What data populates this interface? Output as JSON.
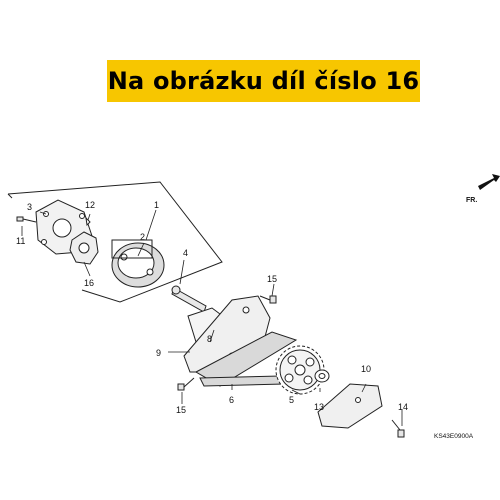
{
  "banner": {
    "text": "Na obrázku díl číslo 16",
    "color": "#f7c600"
  },
  "direction": {
    "label": "FR."
  },
  "diagram_code": "KS43E0900A",
  "callouts": {
    "c1": "1",
    "c2": "2",
    "c3": "3",
    "c4": "4",
    "c5": "5",
    "c6": "6",
    "c8": "8",
    "c9": "9",
    "c10": "10",
    "c11": "11",
    "c12": "12",
    "c13": "13",
    "c14": "14",
    "c15a": "15",
    "c15b": "15",
    "c16": "16"
  }
}
